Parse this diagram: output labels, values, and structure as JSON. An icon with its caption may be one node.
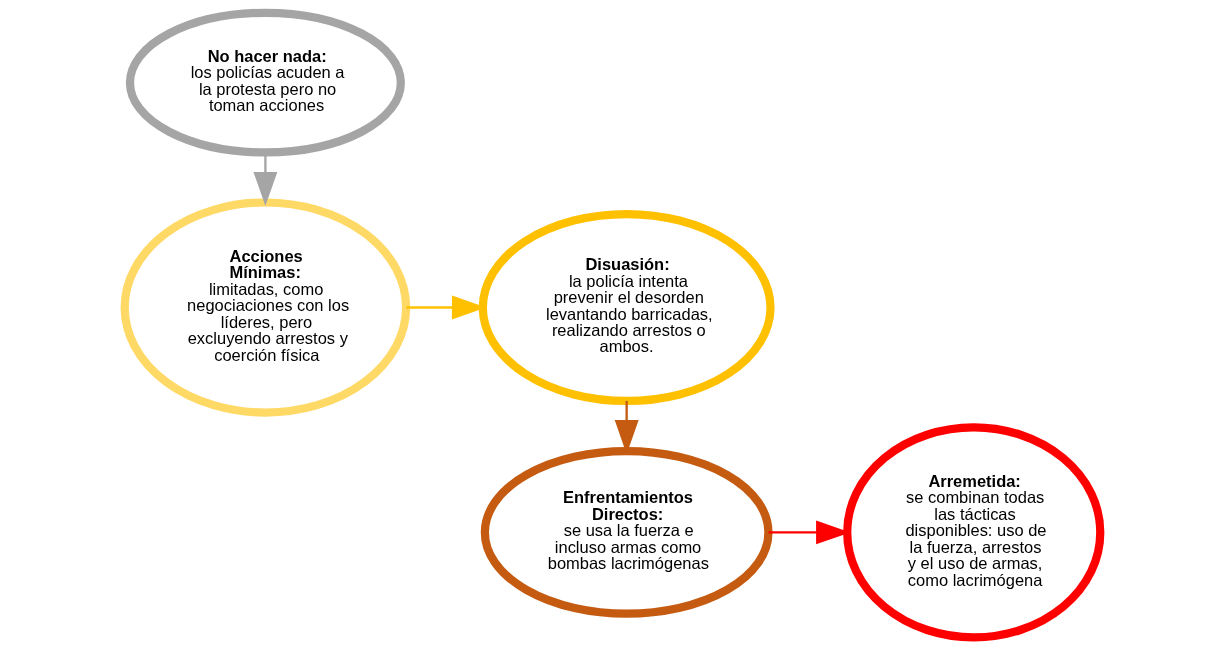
{
  "diagram": {
    "nodes": [
      {
        "text": [
          "No hacer nada:",
          "los policías acuden a la protesta pero no toman acciones"
        ]
      },
      {
        "text": [
          "Acciones Mínimas:",
          "limitadas, como negociaciones con los líderes, pero excluyendo arrestos y coerción física"
        ]
      },
      {
        "text": [
          "Disuasión:",
          "la policía intenta prevenir el desorden levantando barricadas, realizando arrestos o ambos."
        ]
      },
      {
        "text": [
          "Enfrentamientos Directos:",
          "se usa la fuerza e incluso armas como bombas lacrimógenas"
        ]
      },
      {
        "text": [
          "Arremetida:",
          "se combinan todas las tácticas disponibles: uso de la fuerza, arrestos y el uso de armas, como lacrimógena"
        ]
      }
    ],
    "edges": [
      {
        "from": 0,
        "to": 1,
        "arrow": "to",
        "color": "#a5a5a5"
      },
      {
        "from": 1,
        "to": 2,
        "arrow": "to",
        "color": "#ffc000"
      },
      {
        "from": 2,
        "to": 3,
        "arrow": "to",
        "color": "#c55a11"
      },
      {
        "from": 3,
        "to": 4,
        "arrow": "to",
        "color": "#ff0000"
      }
    ]
  }
}
